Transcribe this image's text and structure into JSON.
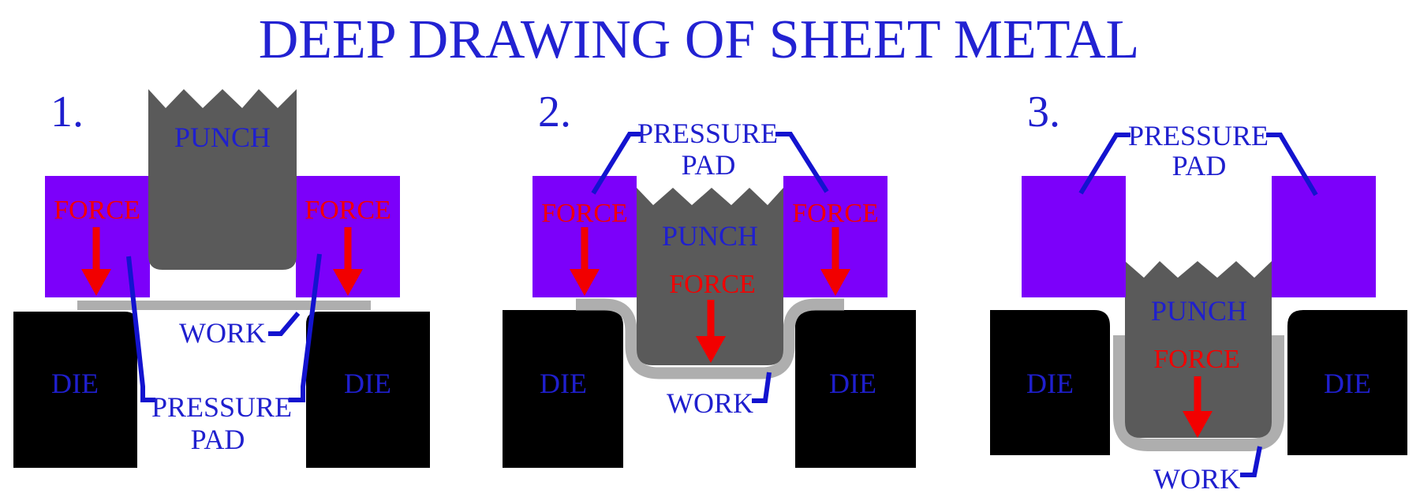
{
  "title": "DEEP DRAWING OF SHEET METAL",
  "colors": {
    "background": "#ffffff",
    "title_blue": "#2222d2",
    "label_blue": "#1f1fce",
    "leader_line_blue": "#1313cf",
    "force_red": "#f20000",
    "pressure_pad_purple": "#7c00fa",
    "punch_gray": "#5a5a5a",
    "work_gray": "#aeaeae",
    "die_black": "#000000"
  },
  "icons": [
    {
      "name": "force-arrow-down",
      "meaning": "applied force direction",
      "color": "#f20000"
    }
  ],
  "stages": [
    {
      "number": "1.",
      "punch_label": "PUNCH",
      "force_left": "FORCE",
      "force_right": "FORCE",
      "work_label": "WORK",
      "pressure_line1": "PRESSURE",
      "pressure_line2": "PAD",
      "die_left": "DIE",
      "die_right": "DIE"
    },
    {
      "number": "2.",
      "punch_label": "PUNCH",
      "force_left": "FORCE",
      "force_right": "FORCE",
      "force_punch": "FORCE",
      "work_label": "WORK",
      "pressure_line1": "PRESSURE",
      "pressure_line2": "PAD",
      "die_left": "DIE",
      "die_right": "DIE"
    },
    {
      "number": "3.",
      "punch_label": "PUNCH",
      "force_punch": "FORCE",
      "work_label": "WORK",
      "pressure_line1": "PRESSURE",
      "pressure_line2": "PAD",
      "die_left": "DIE",
      "die_right": "DIE"
    }
  ]
}
